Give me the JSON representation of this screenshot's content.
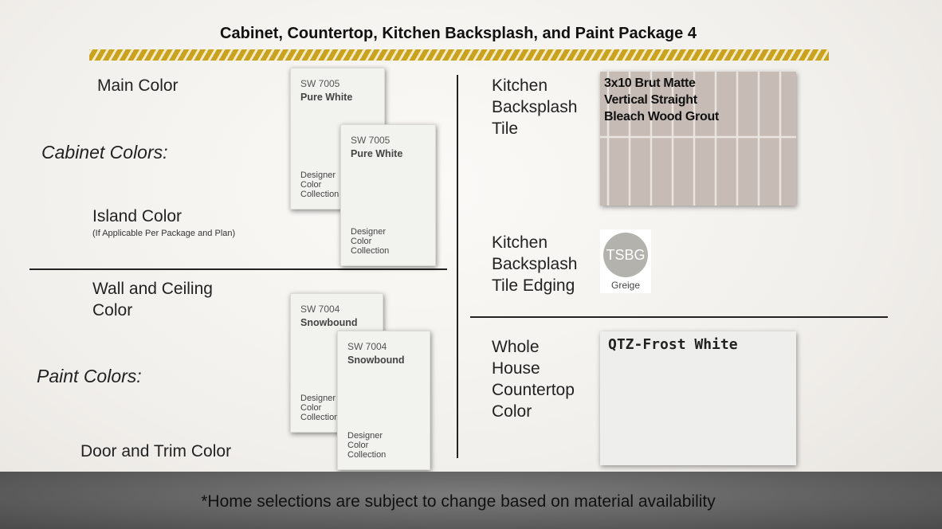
{
  "title": "Cabinet, Countertop, Kitchen Backsplash, and Paint Package 4",
  "left": {
    "main_color": "Main Color",
    "cabinet_colors": "Cabinet Colors:",
    "island_color": "Island Color",
    "island_note": "(If Applicable Per Package and Plan)",
    "wall_ceiling": [
      "Wall and Ceiling",
      "Color"
    ],
    "paint_colors": "Paint Colors:",
    "door_trim": "Door and Trim Color"
  },
  "cards": {
    "main": {
      "code": "SW 7005",
      "name": "Pure White",
      "collection": [
        "Designer",
        "Color",
        "Collection"
      ]
    },
    "island": {
      "code": "SW 7005",
      "name": "Pure White",
      "collection": [
        "Designer",
        "Color",
        "Collection"
      ]
    },
    "wall": {
      "code": "SW 7004",
      "name": "Snowbound",
      "collection": [
        "Designer",
        "Color",
        "Collection"
      ]
    },
    "trim": {
      "code": "SW 7004",
      "name": "Snowbound",
      "collection": [
        "Designer",
        "Color",
        "Collection"
      ]
    }
  },
  "right": {
    "backsplash_tile": [
      "Kitchen",
      "Backsplash",
      "Tile"
    ],
    "tile_name": [
      "3x10 Brut Matte",
      "Vertical Straight",
      "Bleach Wood Grout"
    ],
    "tile_edging": [
      "Kitchen",
      "Backsplash",
      "Tile Edging"
    ],
    "edging_logo": "TSBG",
    "edging_color": "Greige",
    "countertop": [
      "Whole",
      "House",
      "Countertop",
      "Color"
    ],
    "countertop_name": "QTZ-Frost White"
  },
  "footer": "*Home selections are subject to change based on material availability",
  "colors": {
    "stripe": "#c9a21f",
    "tile": "#c6bcb5",
    "footer": "#636363"
  }
}
